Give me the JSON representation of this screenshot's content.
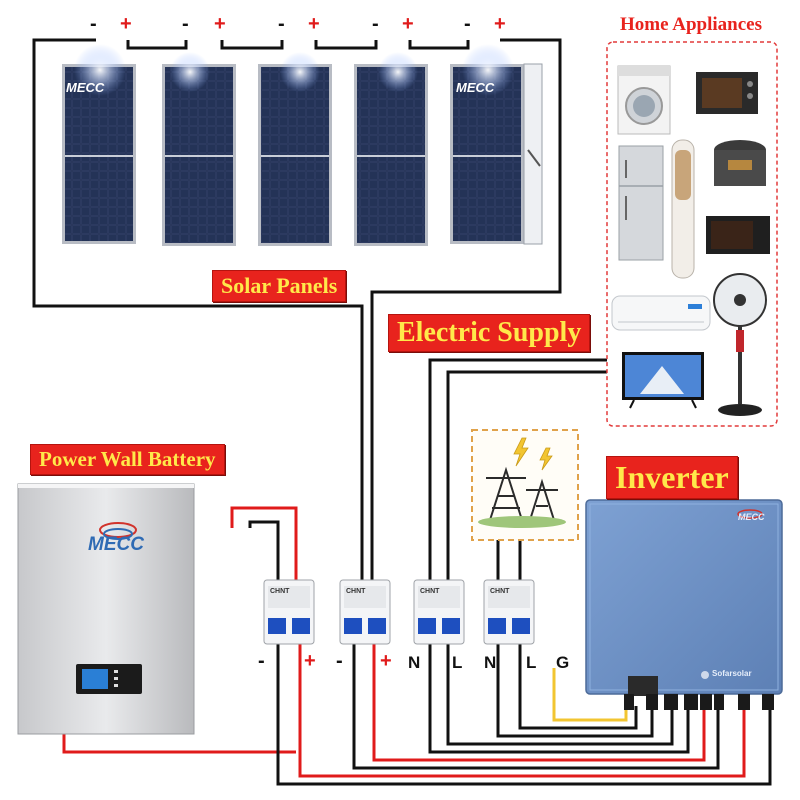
{
  "labels": {
    "solar_panels": "Solar Panels",
    "home_appliances": "Home Appliances",
    "electric_supply": "Electric Supply",
    "power_wall_battery": "Power Wall Battery",
    "inverter": "Inverter"
  },
  "brand": {
    "panel_logo": "MECC",
    "battery_logo": "MECC",
    "inverter_logo": "MECC",
    "inverter_maker": "Sofarsolar",
    "breaker_brand": "CHNT"
  },
  "panel_polarity": [
    "-",
    "+",
    "-",
    "+",
    "-",
    "+",
    "-",
    "+",
    "-",
    "+"
  ],
  "terminals": [
    "-",
    "+",
    "-",
    "+",
    "N",
    "L",
    "N",
    "L",
    "G"
  ],
  "appliances": [
    "washing-machine",
    "oven",
    "refrigerator",
    "air-conditioner-tower",
    "rice-cooker",
    "microwave",
    "wall-air-conditioner",
    "standing-fan",
    "television"
  ],
  "colors": {
    "label_bg": "#e8231d",
    "label_text": "#ffe94a",
    "wire_black": "#111111",
    "wire_red": "#e01b1b",
    "wire_ground": "#f2c531",
    "inverter_body": "#6f93c6",
    "panel_cell": "#1d2a4d",
    "battery_body": "#d9dadc"
  }
}
